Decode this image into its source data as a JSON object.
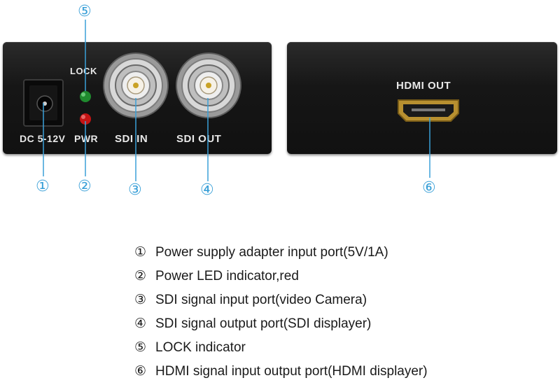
{
  "panel_labels": {
    "lock": "LOCK",
    "pwr": "PWR",
    "dc": "DC 5-12V",
    "sdi_in": "SDI IN",
    "sdi_out": "SDI OUT",
    "hdmi_out": "HDMI OUT"
  },
  "callouts": [
    "①",
    "②",
    "③",
    "④",
    "⑤",
    "⑥"
  ],
  "legend": [
    {
      "num": "①",
      "text": "Power supply adapter input port(5V/1A)"
    },
    {
      "num": "②",
      "text": "Power LED indicator,red"
    },
    {
      "num": "③",
      "text": "SDI signal input port(video Camera)"
    },
    {
      "num": "④",
      "text": "SDI signal output port(SDI displayer)"
    },
    {
      "num": "⑤",
      "text": "LOCK indicator"
    },
    {
      "num": "⑥",
      "text": "HDMI signal input output port(HDMI displayer)"
    }
  ],
  "colors": {
    "callout_line": "#3aa0d8",
    "lock_led": "#1f8a2e",
    "pwr_led": "#c41414"
  }
}
